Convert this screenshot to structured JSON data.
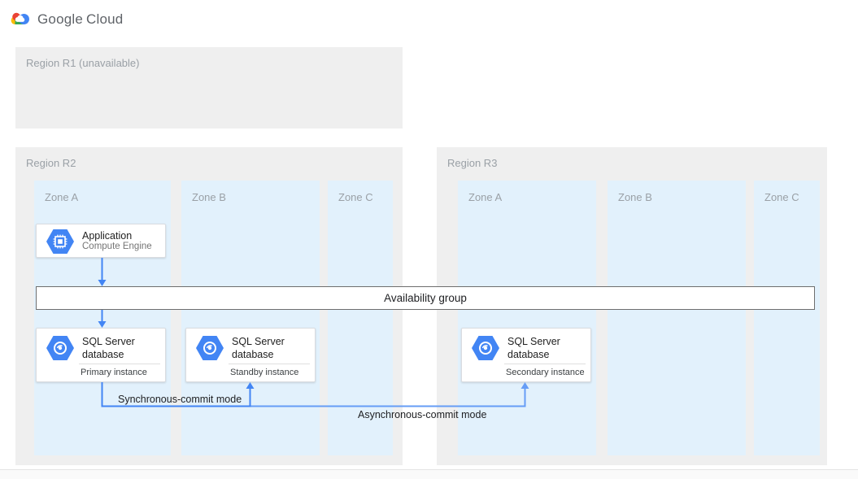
{
  "header": {
    "logo": {
      "google": "Google",
      "cloud": "Cloud"
    }
  },
  "regions": {
    "r1": {
      "label": "Region R1 (unavailable)"
    },
    "r2": {
      "label": "Region R2",
      "zones": [
        "Zone A",
        "Zone B",
        "Zone C"
      ]
    },
    "r3": {
      "label": "Region R3",
      "zones": [
        "Zone A",
        "Zone B",
        "Zone C"
      ]
    }
  },
  "availability_group": {
    "label": "Availability group"
  },
  "cards": {
    "application": {
      "title": "Application",
      "subtitle": "Compute Engine",
      "icon": "compute-engine-hexagon-icon"
    },
    "sql_primary": {
      "title": "SQL Server database",
      "instance": "Primary instance",
      "icon": "cloud-sql-hexagon-icon"
    },
    "sql_standby": {
      "title": "SQL Server database",
      "instance": "Standby instance",
      "icon": "cloud-sql-hexagon-icon"
    },
    "sql_secondary": {
      "title": "SQL Server database",
      "instance": "Secondary instance",
      "icon": "cloud-sql-hexagon-icon"
    }
  },
  "connections": {
    "sync": {
      "label": "Synchronous-commit mode",
      "color": "#4285f4"
    },
    "async": {
      "label": "Asynchronous-commit mode",
      "color": "#669df6"
    }
  },
  "colors": {
    "region_bg": "#efefef",
    "zone_bg": "#e2f1fc",
    "card_border": "#dadce0",
    "availability_border": "#6e6e6e",
    "accent_blue": "#4285f4",
    "google_red": "#ea4335",
    "google_yellow": "#fbbc05",
    "google_green": "#34a853",
    "text_muted": "#9aa0a6",
    "text_dark": "#202124"
  }
}
